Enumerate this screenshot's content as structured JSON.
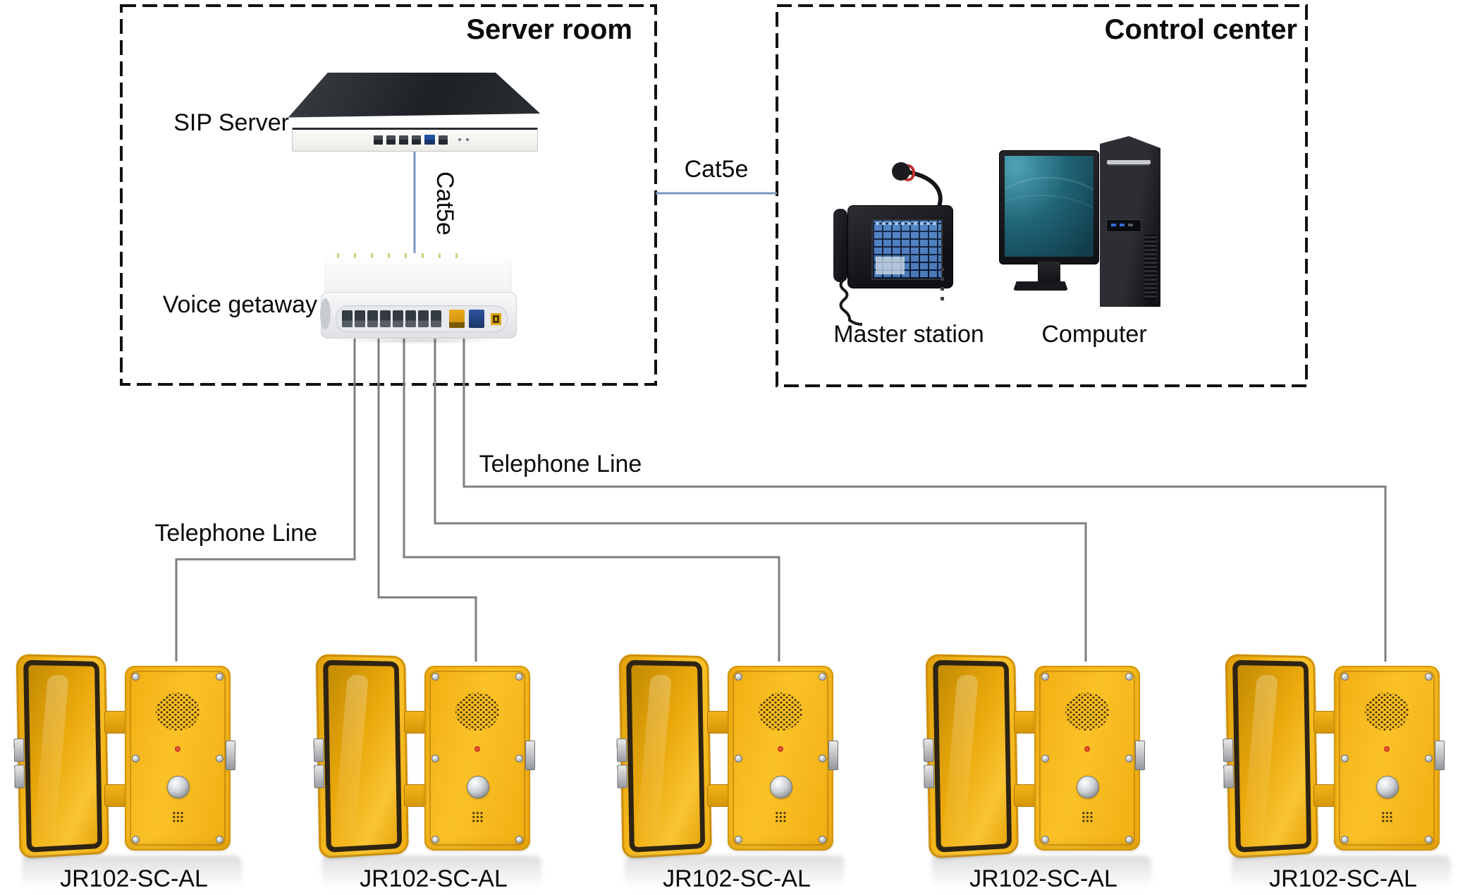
{
  "server_room": {
    "title": "Server room",
    "sip_server_label": "SIP Server",
    "gateway_label": "Voice getaway",
    "cat5e_vertical_label": "Cat5e"
  },
  "control_center": {
    "title": "Control center",
    "master_station_label": "Master station",
    "computer_label": "Computer"
  },
  "links": {
    "cat5e_horizontal_label": "Cat5e",
    "telephone_line_left_label": "Telephone Line",
    "telephone_line_right_label": "Telephone Line"
  },
  "phones": [
    {
      "model": "JR102-SC-AL"
    },
    {
      "model": "JR102-SC-AL"
    },
    {
      "model": "JR102-SC-AL"
    },
    {
      "model": "JR102-SC-AL"
    },
    {
      "model": "JR102-SC-AL"
    }
  ],
  "colors": {
    "phone_yellow": "#f6b61b",
    "wire_gray": "#7f7f7f",
    "cat5e_line_blue": "#7e96bd",
    "box_border_black": "#111111"
  }
}
